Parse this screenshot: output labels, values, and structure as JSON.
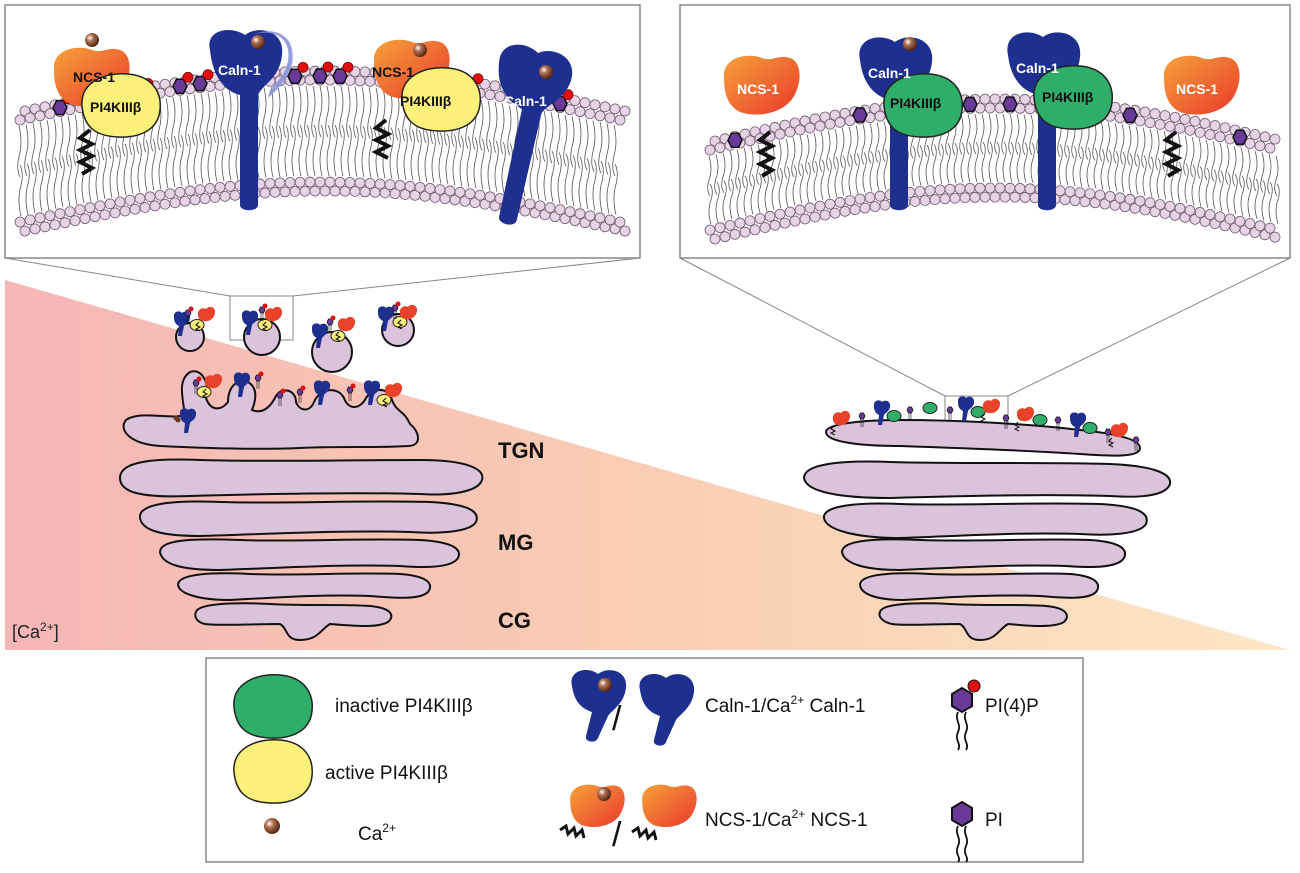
{
  "panels": {
    "left_zoom": {
      "proteins": [
        "NCS-1",
        "PI4KIIIβ",
        "Caln-1",
        "NCS-1",
        "PI4KIIIβ",
        "Caln-1"
      ]
    },
    "right_zoom": {
      "proteins": [
        "NCS-1",
        "Caln-1",
        "PI4KIIIβ",
        "Caln-1",
        "PI4KIIIβ",
        "NCS-1"
      ]
    }
  },
  "regions": {
    "tgn": "TGN",
    "mg": "MG",
    "cg": "CG"
  },
  "gradient_label": {
    "prefix": "[Ca",
    "sup": "2+",
    "suffix": "]"
  },
  "legend": {
    "inactive": "inactive PI4KIIIβ",
    "active": "active PI4KIIIβ",
    "ca": {
      "text": "Ca",
      "sup": "2+"
    },
    "caln": {
      "a": "Caln-1/Ca",
      "sup": "2+",
      "b": " Caln-1"
    },
    "ncs": {
      "a": "NCS-1/Ca",
      "sup": "2+",
      "b": " NCS-1"
    },
    "pi4p": "PI(4)P",
    "pi": "PI",
    "separator": "/"
  },
  "colors": {
    "caln": "#1f2f8f",
    "ncs_light": "#f39a3a",
    "ncs_dark": "#e8432a",
    "pi4k_active": "#fbf07a",
    "pi4k_inactive": "#2fae6a",
    "golgi": "#dcc3dc",
    "lipid_head": "#e8d3e6",
    "pi_head": "#6a3a9a",
    "phosphate": "#e01010",
    "calcium": "#6b3520",
    "gradient_high": "#f6b8b8",
    "gradient_low": "#fde6c6"
  }
}
